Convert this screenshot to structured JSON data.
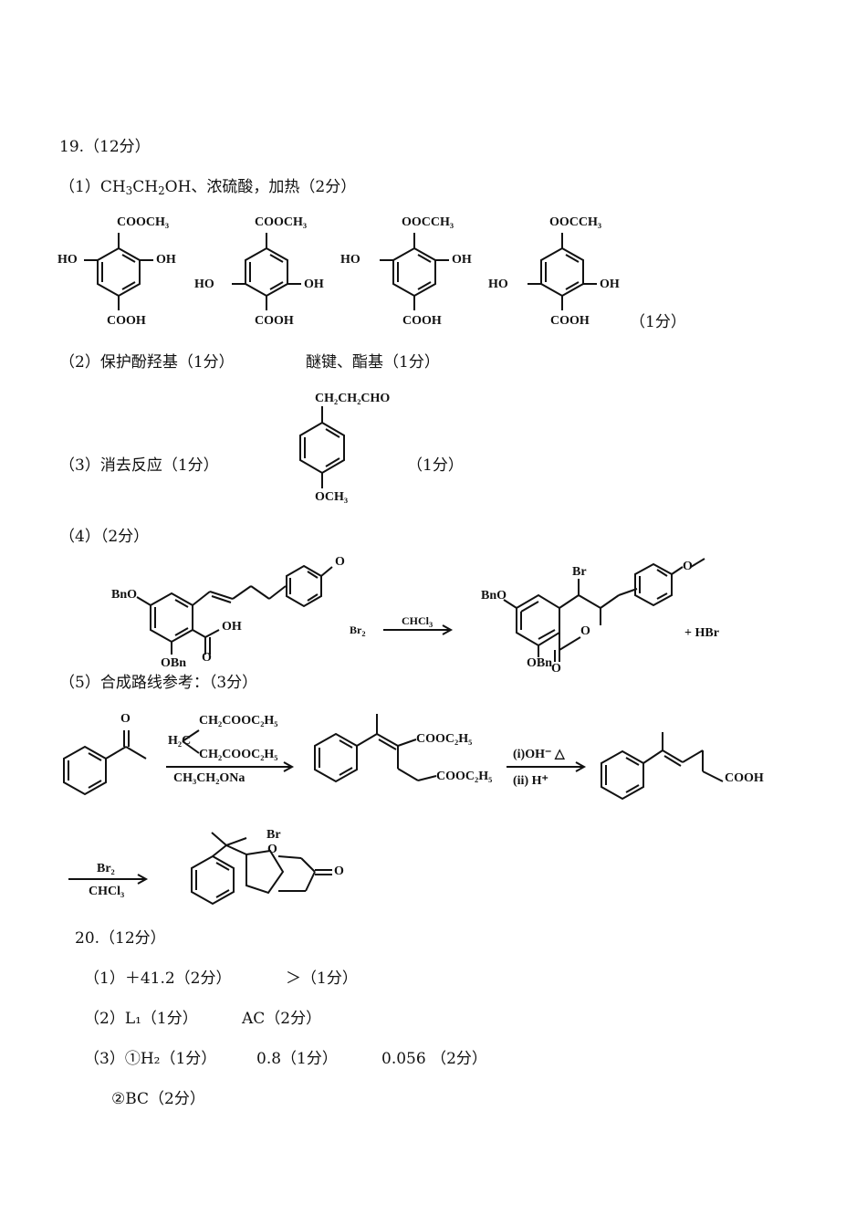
{
  "q19": {
    "header": "19.（12分）",
    "p1": {
      "num": "（1）",
      "text_a": "CH",
      "s1": "3",
      "text_b": "CH",
      "s2": "2",
      "text_c": "OH、浓硫酸，加热（2分）",
      "score": "（1分）"
    },
    "p2": {
      "text": "（2）保护酚羟基（1分）",
      "text2": "醚键、酯基（1分）"
    },
    "p3": {
      "text": "（3）消去反应（1分）",
      "score": "（1分）"
    },
    "p4": {
      "text": "（4）（2分）",
      "reagent": "Br",
      "reagent_sub": "2",
      "solvent": "CHCl",
      "solvent_sub": "3",
      "byproduct": "+ HBr"
    },
    "p5": {
      "text": "（5）合成路线参考：（3分）",
      "reagent_top": "CH₂COOC₂H₅",
      "reagent_mid": "H₂C",
      "reagent_bot": "CH₂COOC₂H₅",
      "base": "CH₃CH₂ONa",
      "step2_a": "(i)OH⁻ △",
      "step2_b": "(ii) H⁺",
      "step3_top": "Br₂",
      "step3_bot": "CHCl₃"
    }
  },
  "labels": {
    "cooch3": "COOCH₃",
    "oocch3": "OOCCH₃",
    "ho": "HO",
    "oh": "OH",
    "cooh": "COOH",
    "ch2ch2cho": "CH₂CH₂CHO",
    "och3": "OCH₃",
    "bno": "BnO",
    "obn": "OBn",
    "br": "Br",
    "o": "O",
    "cooc2h5": "COOC₂H₅"
  },
  "q20": {
    "header": "20.（12分）",
    "l1": "（1）＋41.2（2分）",
    "l1b": "＞（1分）",
    "l2": "（2）L₁（1分）",
    "l2b": "AC（2分）",
    "l3": "（3）①H₂（1分）",
    "l3b": "0.8（1分）",
    "l3c": "0.056 （2分）",
    "l4": "②BC（2分）"
  }
}
